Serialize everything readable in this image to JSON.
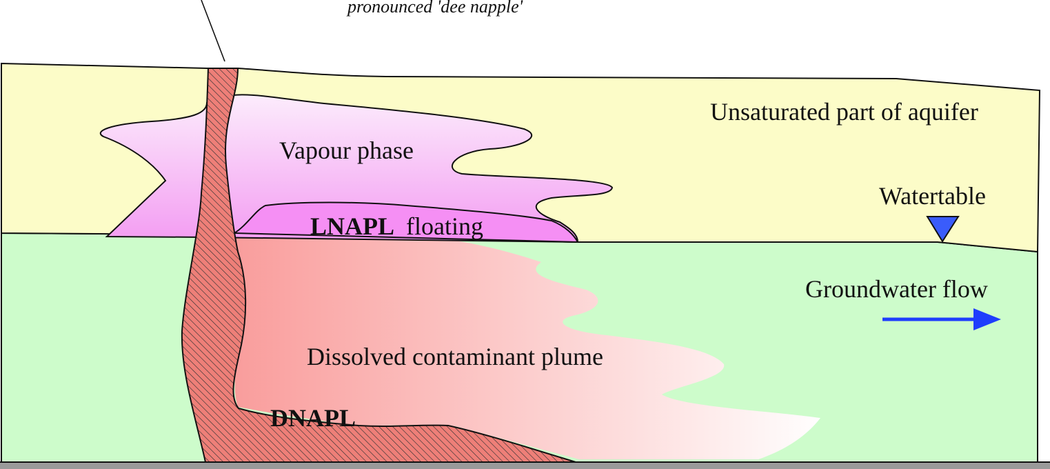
{
  "labels": {
    "pronunciation_note": "pronounced 'dee napple'",
    "unsaturated_zone": "Unsaturated part of aquifer",
    "vapour_phase": "Vapour phase",
    "lnapl_bold": "LNAPL",
    "lnapl_rest": "floating",
    "watertable": "Watertable",
    "groundwater_flow": "Groundwater flow",
    "dissolved_plume": "Dissolved contaminant plume",
    "dnapl": "DNAPL"
  },
  "colors": {
    "unsaturated_zone": "#fcfcc8",
    "saturated_zone": "#cdfccb",
    "vapour_top": "#fcecfc",
    "vapour_bottom": "#f39cf2",
    "lnapl": "#f58ff4",
    "plume_start": "#f99c9b",
    "plume_end": "#ffffff",
    "dnapl_hatch": "#ee7f78",
    "watertable_marker": "#3a5cfb",
    "flow_arrow": "#1f3dfc",
    "bedrock": "#9a9a9a"
  },
  "icons": {
    "watertable_marker": "inverted-triangle",
    "flow_direction": "right-arrow"
  }
}
